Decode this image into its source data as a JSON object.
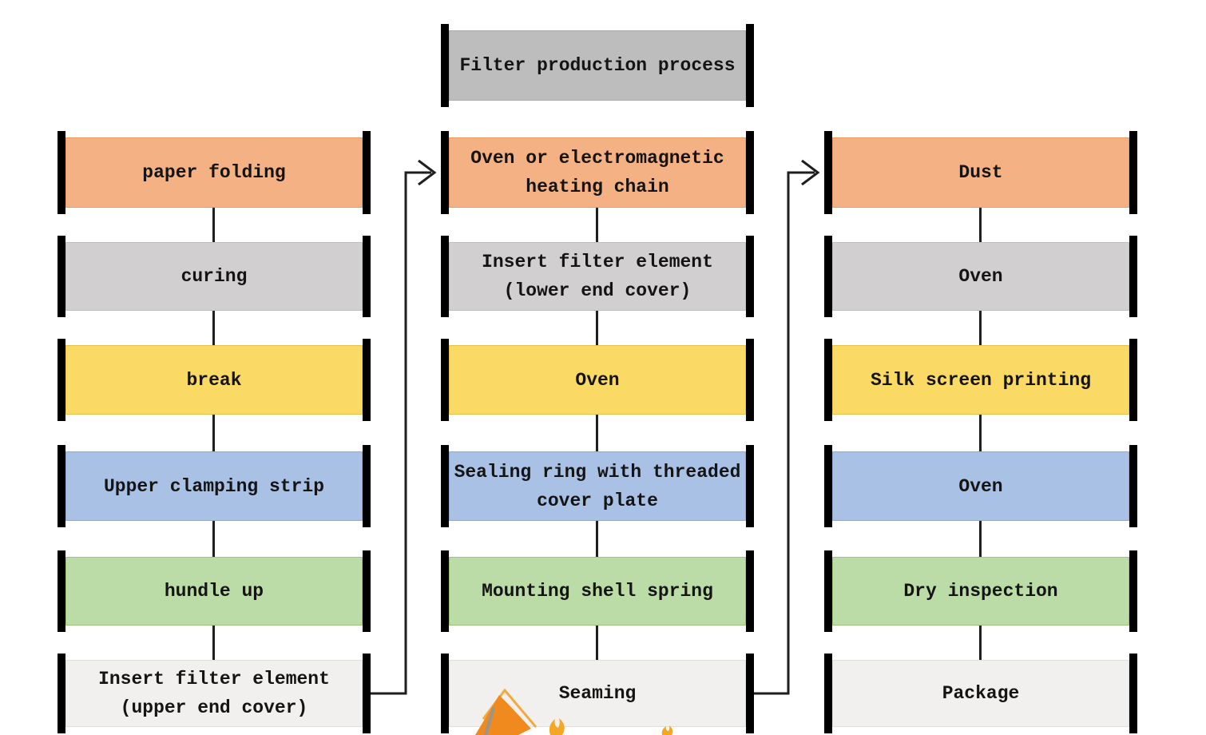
{
  "title": {
    "label": "Filter production process",
    "color": "titlegray"
  },
  "columns": [
    {
      "steps": [
        {
          "label": "paper folding",
          "color": "orange"
        },
        {
          "label": "curing",
          "color": "gray"
        },
        {
          "label": "break",
          "color": "yellow"
        },
        {
          "label": "Upper clamping strip",
          "color": "blue"
        },
        {
          "label": "hundle up",
          "color": "green"
        },
        {
          "label": "Insert filter element\n(upper end cover)",
          "color": "lightgray"
        }
      ]
    },
    {
      "steps": [
        {
          "label": "Oven or electromagnetic\nheating chain",
          "color": "orange"
        },
        {
          "label": "Insert filter element\n(lower end cover)",
          "color": "gray"
        },
        {
          "label": "Oven",
          "color": "yellow"
        },
        {
          "label": "Sealing ring with threaded\ncover plate",
          "color": "blue"
        },
        {
          "label": "Mounting shell spring",
          "color": "green"
        },
        {
          "label": "Seaming",
          "color": "lightgray"
        }
      ]
    },
    {
      "steps": [
        {
          "label": "Dust",
          "color": "orange"
        },
        {
          "label": "Oven",
          "color": "gray"
        },
        {
          "label": "Silk screen printing",
          "color": "yellow"
        },
        {
          "label": "Oven",
          "color": "blue"
        },
        {
          "label": "Dry inspection",
          "color": "green"
        },
        {
          "label": "Package",
          "color": "lightgray"
        }
      ]
    }
  ],
  "colors": {
    "titlegray": {
      "fill": "#BDBDBD",
      "border": "#ABABAB"
    },
    "orange": {
      "fill": "#F4B183",
      "border": "#E89C63"
    },
    "gray": {
      "fill": "#D1CFCF",
      "border": "#C0BEBE"
    },
    "yellow": {
      "fill": "#FAD964",
      "border": "#E4C24E"
    },
    "blue": {
      "fill": "#A9C1E5",
      "border": "#90ACD5"
    },
    "green": {
      "fill": "#BBDCA6",
      "border": "#9CC47F"
    },
    "lightgray": {
      "fill": "#F1F0EE",
      "border": "#E0DFDC"
    },
    "connector": "#1F1F1F",
    "bar": "#000000",
    "logo_orange": "#F08A1E",
    "logo_outline": "#F3A93C",
    "logo_gray": "#98958E",
    "logo_flame": "#F5A623"
  }
}
